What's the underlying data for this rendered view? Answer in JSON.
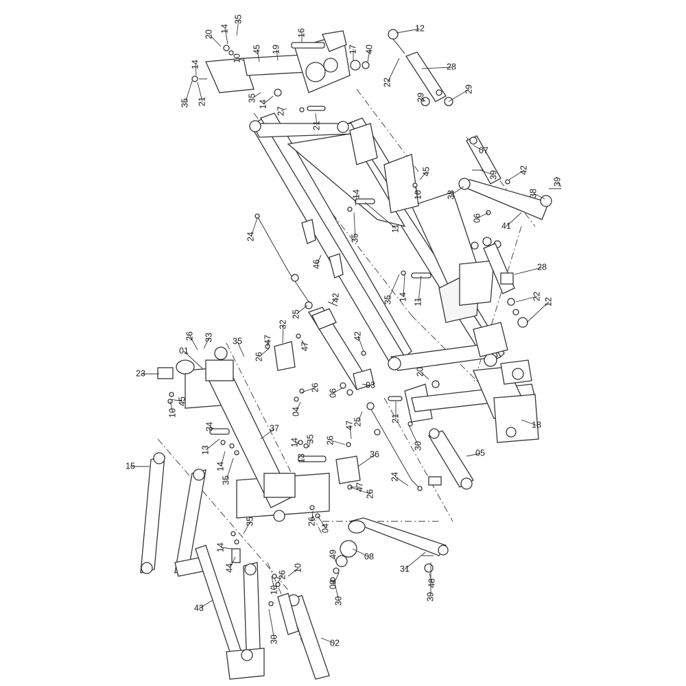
{
  "diagram": {
    "callouts": [
      "01",
      "02",
      "03",
      "04",
      "04",
      "05",
      "06",
      "06",
      "07",
      "08",
      "09",
      "10",
      "10",
      "10",
      "10",
      "10",
      "11",
      "11",
      "12",
      "12",
      "13",
      "13",
      "14",
      "14",
      "14",
      "14",
      "14",
      "14",
      "14",
      "14",
      "15",
      "16",
      "17",
      "18",
      "19",
      "20",
      "20",
      "21",
      "21",
      "21",
      "22",
      "22",
      "23",
      "24",
      "24",
      "25",
      "25",
      "26",
      "26",
      "26",
      "26",
      "26",
      "26",
      "26",
      "27",
      "28",
      "28",
      "29",
      "29",
      "30",
      "30",
      "30",
      "31",
      "32",
      "33",
      "34",
      "35",
      "35",
      "35",
      "35",
      "35",
      "35",
      "35",
      "35",
      "35",
      "36",
      "37",
      "38",
      "38",
      "39",
      "39",
      "39",
      "40",
      "41",
      "42",
      "42",
      "42",
      "43",
      "44",
      "45",
      "45",
      "45",
      "46",
      "47",
      "47",
      "47",
      "47",
      "48",
      "49"
    ]
  }
}
